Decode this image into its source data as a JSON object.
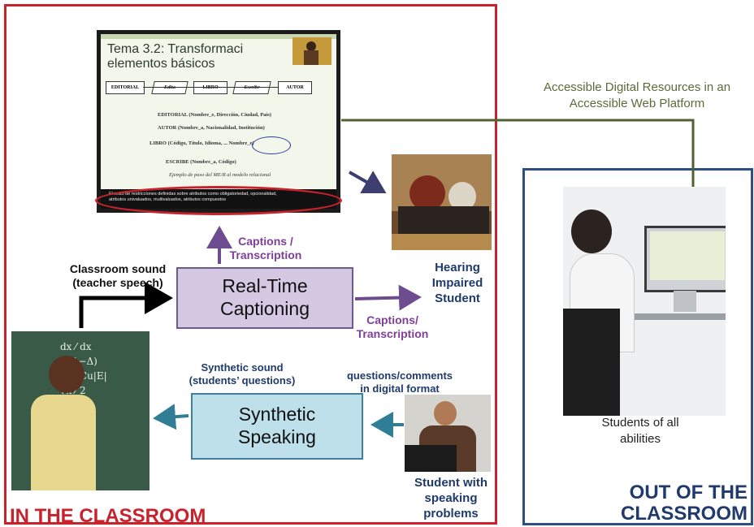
{
  "regions": {
    "classroom_title": "IN THE CLASSROOM",
    "outside_title_line1": "OUT OF THE",
    "outside_title_line2": "CLASSROOM"
  },
  "colors": {
    "classroom_frame": "#c8232c",
    "outside_frame": "#2e4f86",
    "captioning_box": "#d5c8e3",
    "speaking_box": "#bde0ea",
    "purple_label": "#7f3f98",
    "web_platform_line": "#5a6b3a"
  },
  "nodes": {
    "real_time_captioning": {
      "line1": "Real-Time",
      "line2": "Captioning"
    },
    "synthetic_speaking": {
      "line1": "Synthetic",
      "line2": "Speaking"
    }
  },
  "labels": {
    "classroom_sound_line1": "Classroom sound",
    "classroom_sound_line2": "(teacher speech)",
    "captions_up_line1": "Captions /",
    "captions_up_line2": "Transcription",
    "captions_right_line1": "Captions/",
    "captions_right_line2": "Transcription",
    "hearing_line1": "Hearing",
    "hearing_line2": "Impaired",
    "hearing_line3": "Student",
    "synthetic_sound_line1": "Synthetic sound",
    "synthetic_sound_line2": "(students’ questions)",
    "questions_line1": "questions/comments",
    "questions_line2": "in digital format",
    "speaking_student_line1": "Student with",
    "speaking_student_line2": "speaking",
    "speaking_student_line3": "problems",
    "web_platform_line1": "Accessible Digital Resources in an",
    "web_platform_line2": "Accessible Web Platform",
    "all_abilities_line1": "Students of all",
    "all_abilities_line2": "abilities"
  },
  "slide": {
    "title_line1": "Tema 3.2:  Transformaci",
    "title_line2": "elementos básicos",
    "entities": [
      "EDITORIAL",
      "Edita",
      "LIBRO",
      "Escribe",
      "AUTOR"
    ],
    "rows": [
      "EDITORIAL (Nombre_e, Dirección, Ciudad, País)",
      "AUTOR (Nombre_a, Nacionalidad, Institución)",
      "LIBRO (Código, Título, Idioma, ... Nombre_e)",
      "ESCRIBE (Nombre_a, Código)"
    ],
    "caption": "Ejemplo de paso del ME/R al modelo relacional",
    "subtitle_line1": "El resto de restricciones definidas sobre atributos como obligatoriedad, opcionalidad,",
    "subtitle_line2": "atributos univaluados, multivaluados, atributos compuestos"
  }
}
